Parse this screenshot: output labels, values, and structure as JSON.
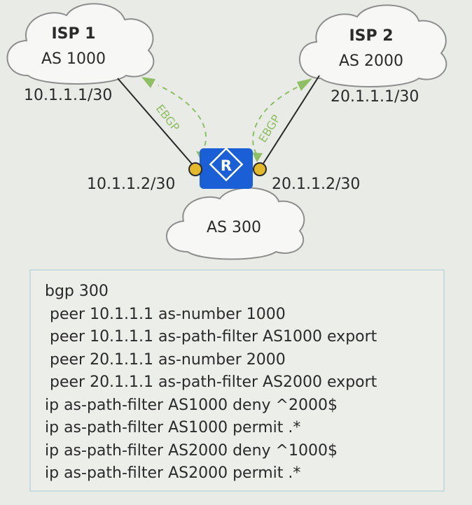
{
  "isp1": {
    "name": "ISP 1",
    "as": "AS 1000",
    "ip": "10.1.1.1/30"
  },
  "isp2": {
    "name": "ISP 2",
    "as": "AS 2000",
    "ip": "20.1.1.1/30"
  },
  "local": {
    "as": "AS 300",
    "ip_left": "10.1.1.2/30",
    "ip_right": "20.1.1.2/30",
    "router_icon_letter": "R"
  },
  "links": {
    "left_label": "EBGP",
    "right_label": "EBGP"
  },
  "config_lines": [
    "bgp 300",
    " peer 10.1.1.1 as-number 1000",
    " peer 10.1.1.1 as-path-filter AS1000 export",
    " peer 20.1.1.1 as-number 2000",
    " peer 20.1.1.1 as-path-filter AS2000 export",
    "ip as-path-filter AS1000 deny ^2000$",
    "ip as-path-filter AS1000 permit .*",
    "ip as-path-filter AS2000 deny ^1000$",
    "ip as-path-filter AS2000 permit .*"
  ],
  "colors": {
    "router": "#1a5fd6",
    "interface_dot": "#e3b92a",
    "ebgp": "#8fbf63",
    "cloud_fill": "#f7f8f6",
    "cloud_stroke": "#8e8e8e"
  }
}
